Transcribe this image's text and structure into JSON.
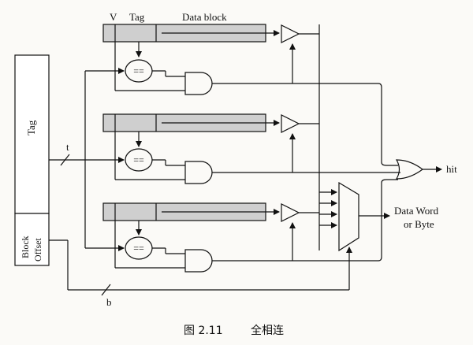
{
  "labels": {
    "v": "V",
    "tag_col": "Tag",
    "data_block": "Data block",
    "address_tag": "Tag",
    "block_offset_line1": "Block",
    "block_offset_line2": "Offset",
    "t": "t",
    "b": "b",
    "hit": "hit",
    "data_word_line1": "Data Word",
    "data_word_line2": "or Byte",
    "compare": "=="
  },
  "caption": {
    "number": "图 2.11",
    "title": "全相连"
  },
  "colors": {
    "stroke": "#111111",
    "block_fill": "#cfcfcf",
    "page_bg": "#fbfaf7"
  }
}
